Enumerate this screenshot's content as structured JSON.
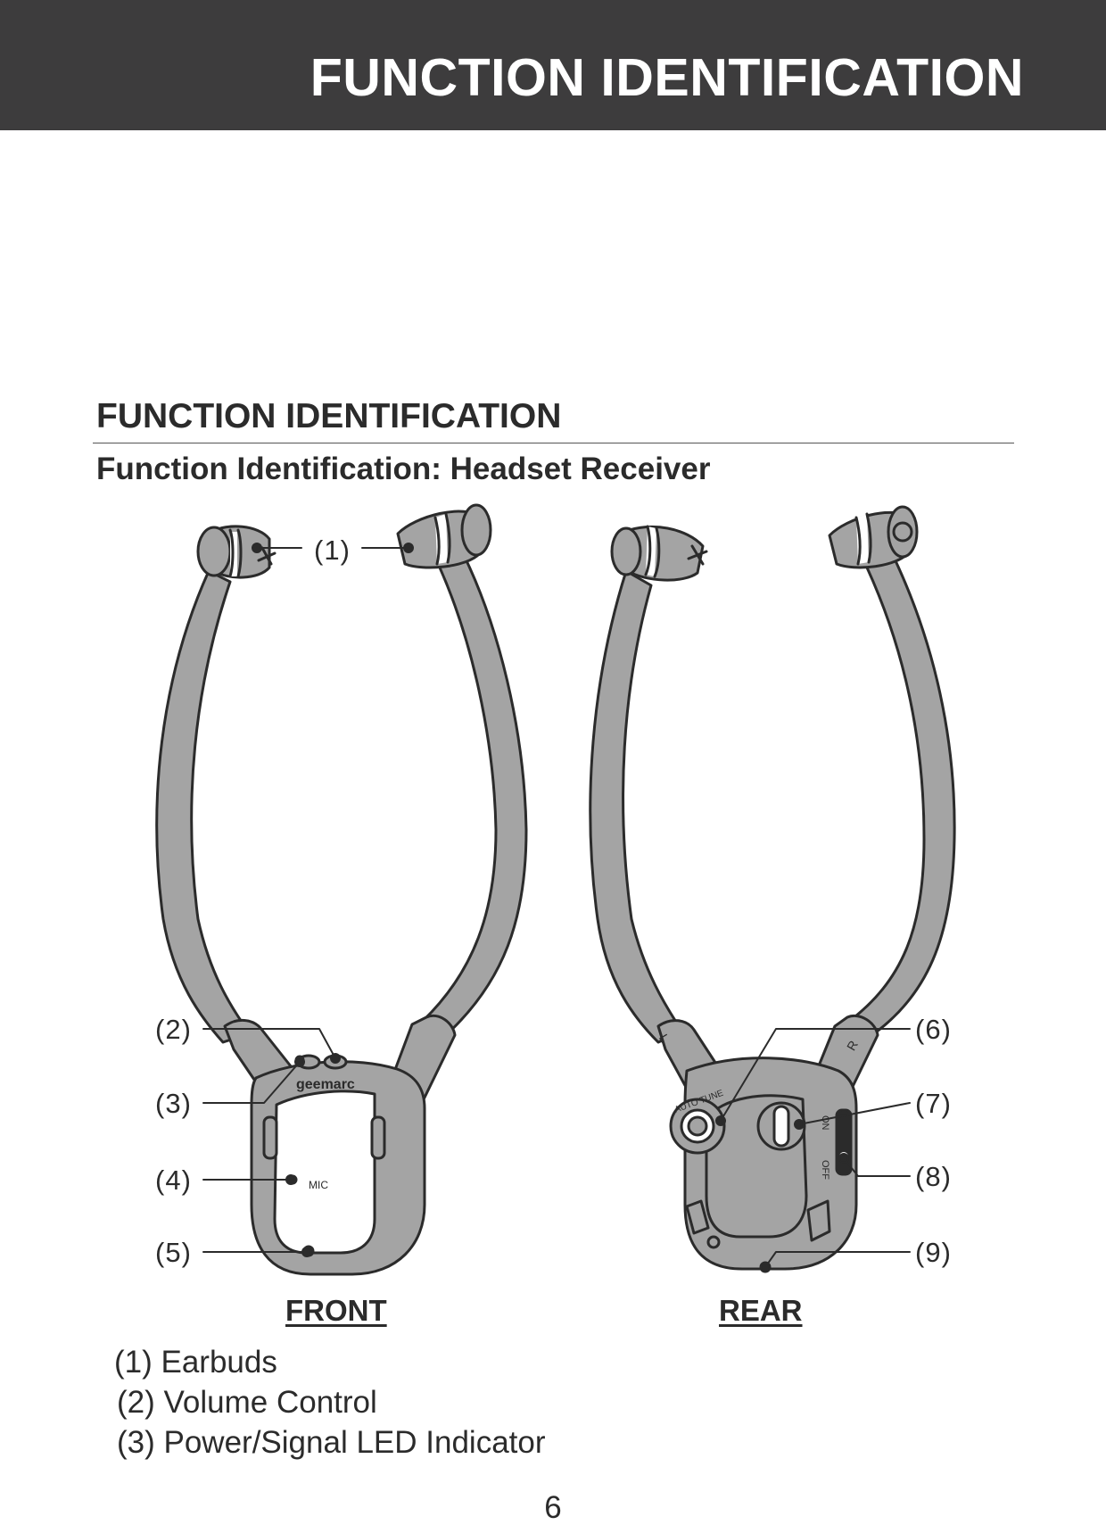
{
  "header": {
    "title": "FUNCTION IDENTIFICATION"
  },
  "section": {
    "title": "FUNCTION IDENTIFICATION",
    "subtitle": "Function Identification: Headset Receiver"
  },
  "figure": {
    "callouts": [
      "(1)",
      "(2)",
      "(3)",
      "(4)",
      "(5)",
      "(6)",
      "(7)",
      "(8)",
      "(9)"
    ],
    "front_label": "FRONT",
    "rear_label": "REAR",
    "device_text": {
      "brand": "geemarc",
      "mic": "MIC",
      "auto_tune": "AUTO TUNE",
      "left_marker": "L",
      "right_marker": "R",
      "on": "ON",
      "off": "OFF"
    }
  },
  "parts": [
    "(1) Earbuds",
    "(2) Volume Control",
    "(3) Power/Signal LED Indicator"
  ],
  "page_number": "6",
  "colors": {
    "banner": "#3d3c3d",
    "device_grey": "#a4a4a4",
    "outline": "#2b2b2b"
  }
}
